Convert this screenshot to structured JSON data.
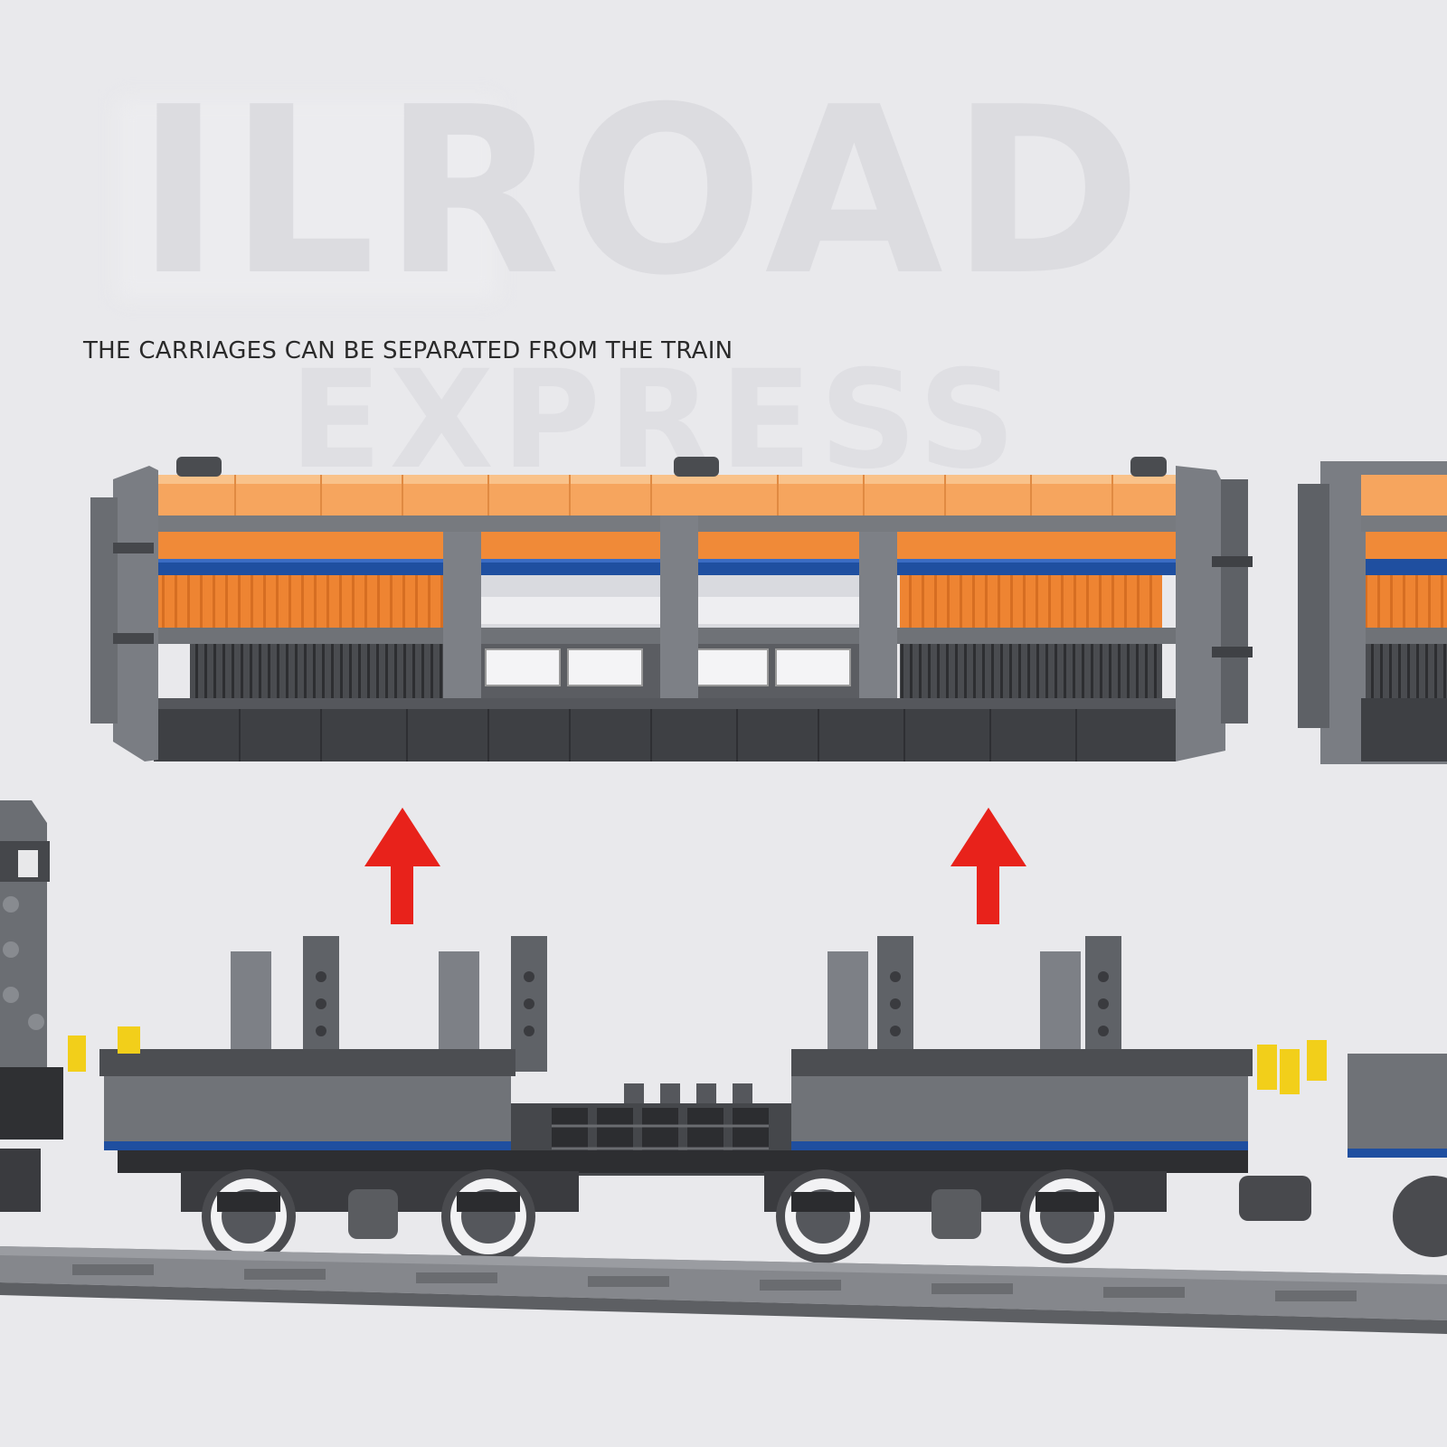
{
  "watermark": {
    "line1": "ILROAD",
    "line2": "EXPRESS"
  },
  "caption": "THE CARRIAGES CAN BE SEPARATED FROM THE TRAIN",
  "colors": {
    "background": "#e9e9ec",
    "carriage_orange": "#f08a38",
    "carriage_gray": "#6f7277",
    "carriage_dark": "#3e4044",
    "stripe_blue": "#1f4fa0",
    "arrow_red": "#e8221b",
    "coupler_yellow": "#f2cf1a",
    "rail_gray": "#7a7c80"
  },
  "icons": {
    "arrow": "up-arrow-icon"
  }
}
